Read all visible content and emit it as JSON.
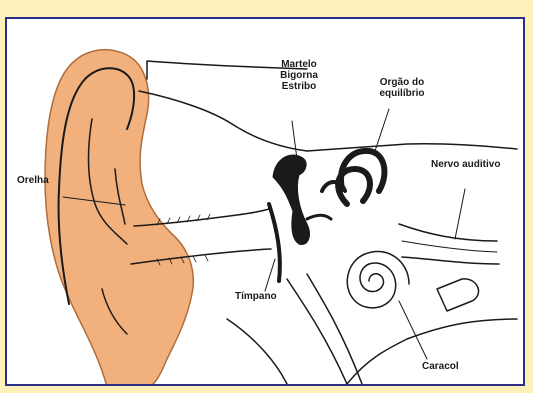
{
  "colors": {
    "page_background": "#fdf1b9",
    "frame_border": "#2b2f8c",
    "ear_fill": "#f1b07c",
    "ink": "#1a1a1a"
  },
  "labels": {
    "orelha": "Orelha",
    "ossicles_line1": "Martelo",
    "ossicles_line2": "Bigorna",
    "ossicles_line3": "Estribo",
    "equilibrio_line1": "Orgão do",
    "equilibrio_line2": "equilíbrio",
    "nervo": "Nervo auditivo",
    "timpano": "Tímpano",
    "caracol": "Caracol"
  }
}
